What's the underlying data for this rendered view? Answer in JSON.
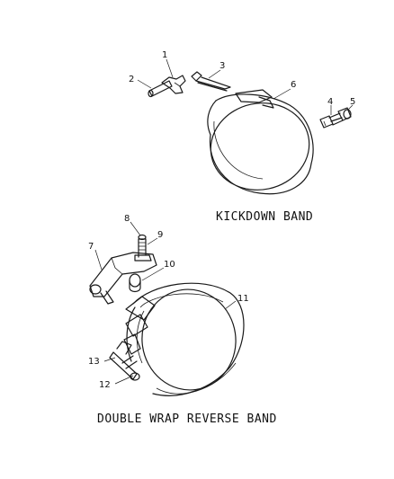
{
  "callouts": {
    "c1": "1",
    "c2": "2",
    "c3": "3",
    "c4": "4",
    "c5": "5",
    "c6": "6",
    "c7": "7",
    "c8": "8",
    "c9": "9",
    "c10": "10",
    "c11": "11",
    "c12": "12",
    "c13": "13"
  },
  "captions": {
    "kickdown": "KICKDOWN BAND",
    "reverse": "DOUBLE WRAP REVERSE BAND"
  }
}
